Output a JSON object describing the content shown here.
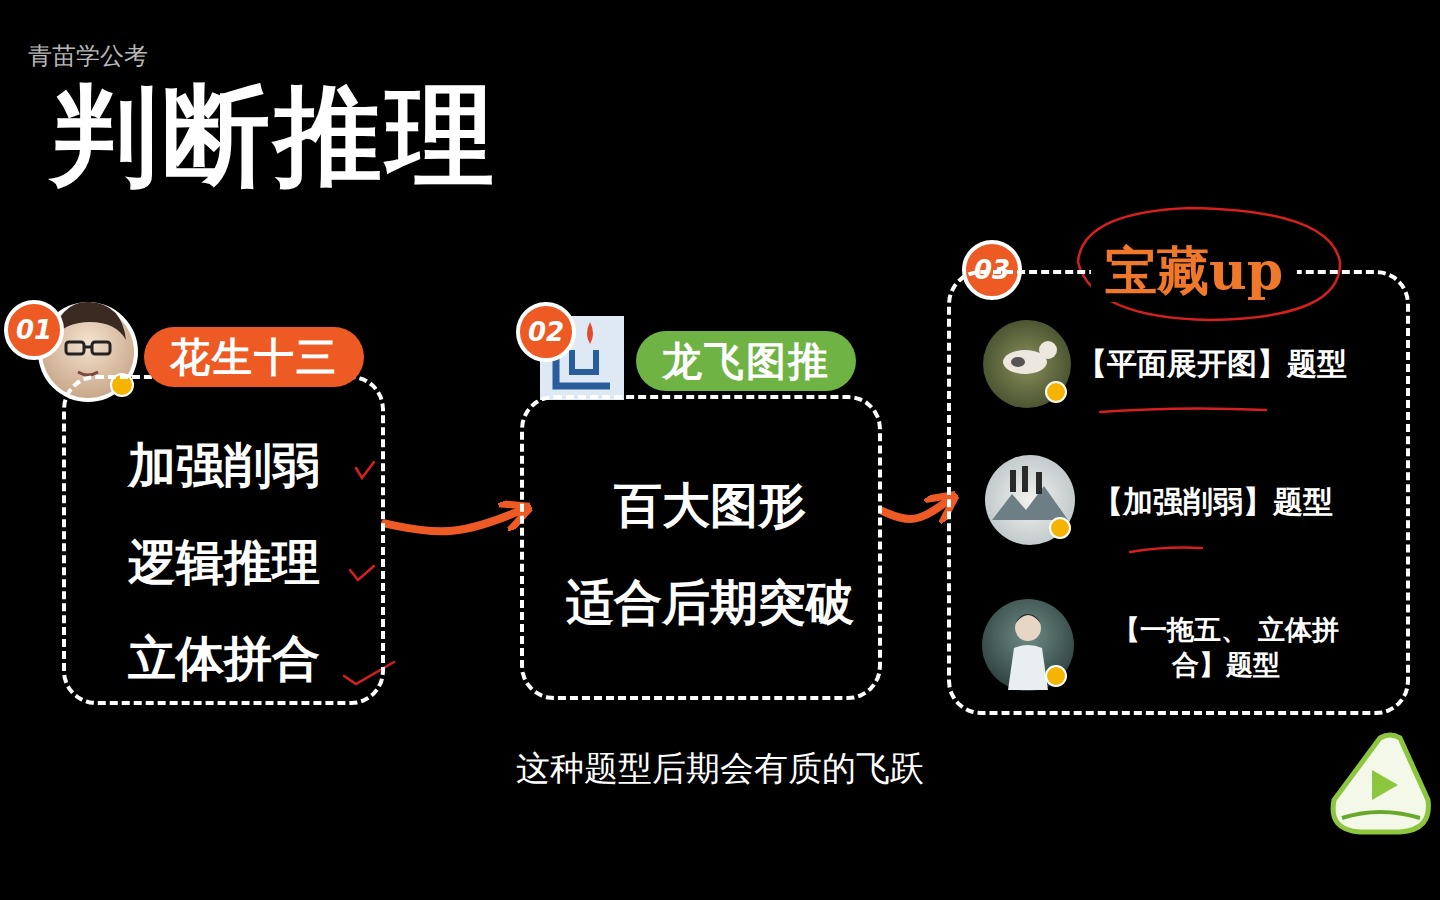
{
  "diagram": {
    "title": "判断推理",
    "caption": "这种题型后期会有质的飞跃",
    "nodes": [
      {
        "text": [
          "花生十三",
          "加强削弱",
          "逻辑推理",
          "立体拼合"
        ]
      },
      {
        "text": [
          "龙飞图推",
          "百大图形",
          "适合后期突破"
        ]
      },
      {
        "text": [
          "宝藏up",
          "【平面展开图】题型",
          "【加强削弱】题型",
          "【一拖五、 立体拼合】题型"
        ]
      }
    ],
    "edges": [
      {
        "from": 0,
        "to": 1,
        "arrow": "to"
      },
      {
        "from": 1,
        "to": 2,
        "arrow": "to"
      }
    ],
    "labels": [
      "01",
      "02",
      "03",
      "青苗学公考"
    ]
  }
}
